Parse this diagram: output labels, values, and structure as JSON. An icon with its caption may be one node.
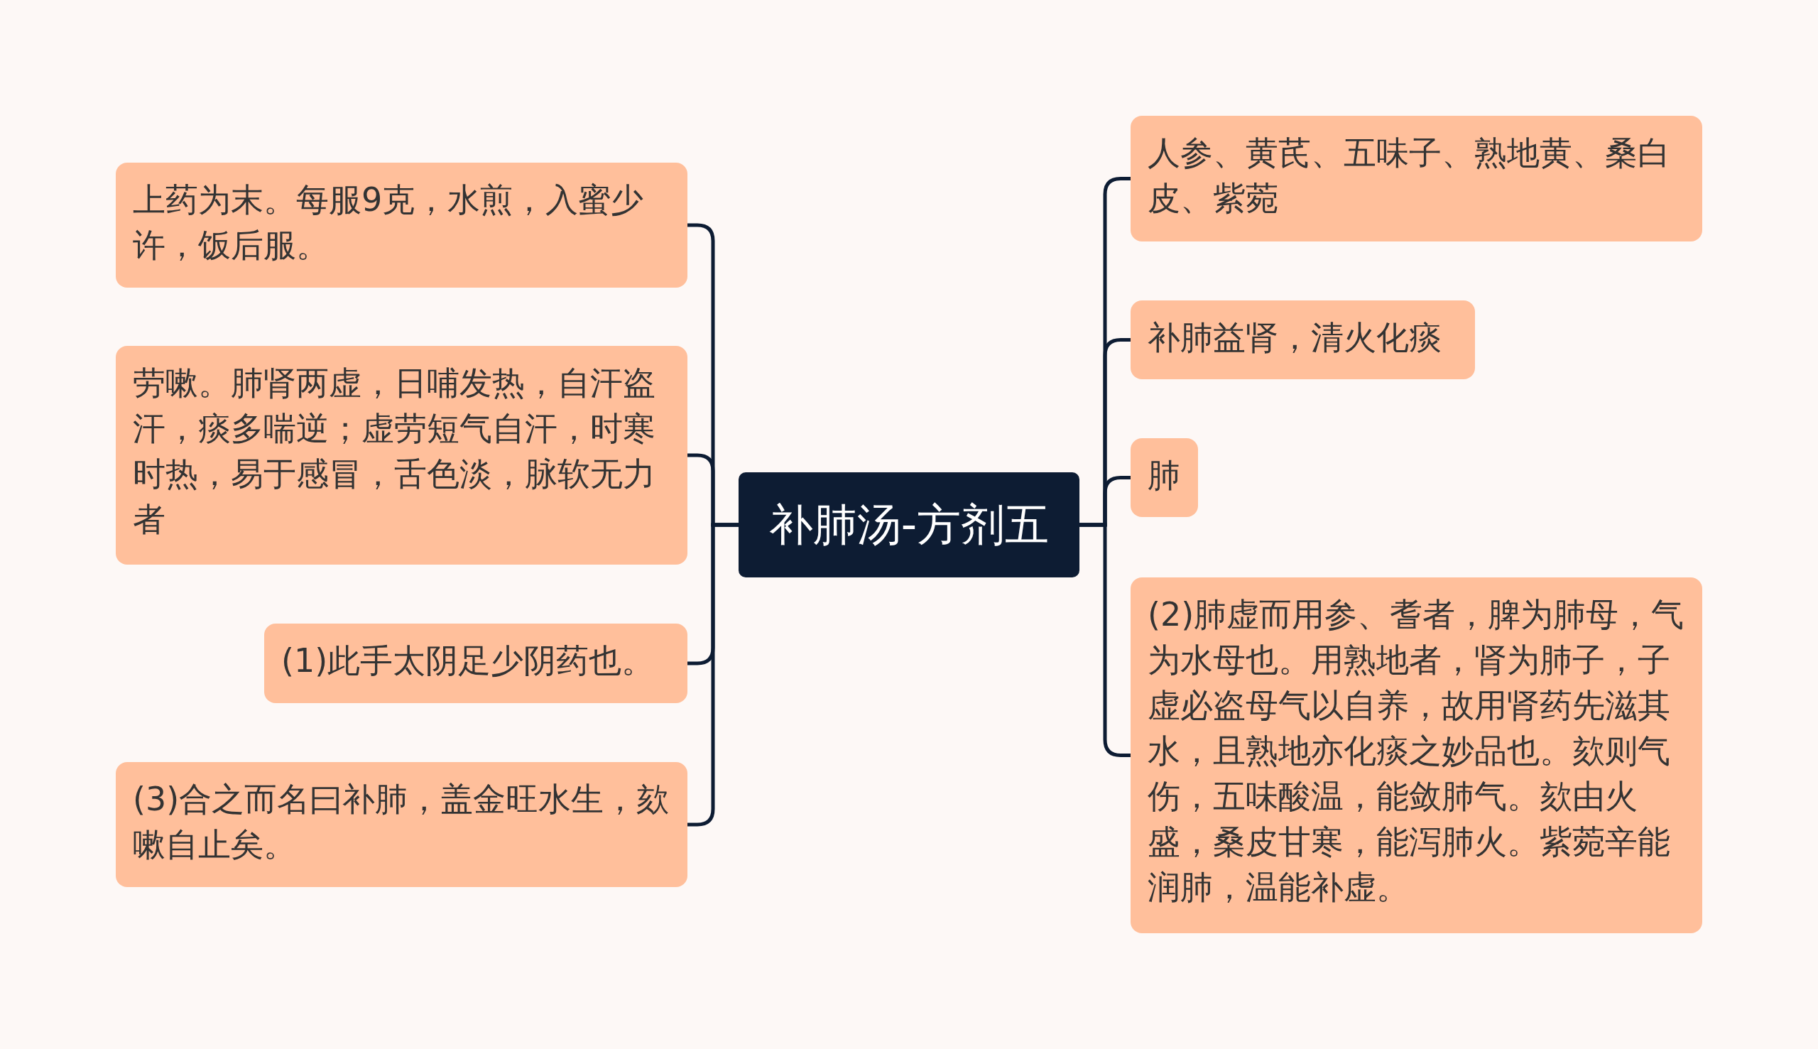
{
  "diagram": {
    "nodes": [
      {
        "text": [
          "补肺汤-方剂五"
        ]
      },
      {
        "text": [
          "上药为末。每服9克，水煎，入蜜少许，饭后服。"
        ]
      },
      {
        "text": [
          "劳嗽。肺肾两虚，日哺发热，自汗盗汗，痰多喘逆；虚劳短气自汗，时寒时热，易于感冒，舌色淡，脉软无力者"
        ]
      },
      {
        "text": [
          "(1)此手太阴足少阴药也。"
        ]
      },
      {
        "text": [
          "(3)合之而名曰补肺，盖金旺水生，欬嗽自止矣。"
        ]
      },
      {
        "text": [
          "人参、黄芪、五味子、熟地黄、桑白皮、紫菀"
        ]
      },
      {
        "text": [
          "补肺益肾，清火化痰"
        ]
      },
      {
        "text": [
          "肺"
        ]
      },
      {
        "text": [
          "(2)肺虚而用参、耆者，脾为肺母，气为水母也。用熟地者，肾为肺子，子虚必盗母气以自养，故用肾药先滋其水，且熟地亦化痰之妙品也。欬则气伤，五味酸温，能敛肺气。欬由火盛，桑皮甘寒，能泻肺火。紫菀辛能润肺，温能补虚。"
        ]
      }
    ],
    "edges": [
      {
        "from": 0,
        "to": 1,
        "arrow": "none"
      },
      {
        "from": 0,
        "to": 2,
        "arrow": "none"
      },
      {
        "from": 0,
        "to": 3,
        "arrow": "none"
      },
      {
        "from": 0,
        "to": 4,
        "arrow": "none"
      },
      {
        "from": 0,
        "to": 5,
        "arrow": "none"
      },
      {
        "from": 0,
        "to": 6,
        "arrow": "none"
      },
      {
        "from": 0,
        "to": 7,
        "arrow": "none"
      },
      {
        "from": 0,
        "to": 8,
        "arrow": "none"
      }
    ]
  }
}
